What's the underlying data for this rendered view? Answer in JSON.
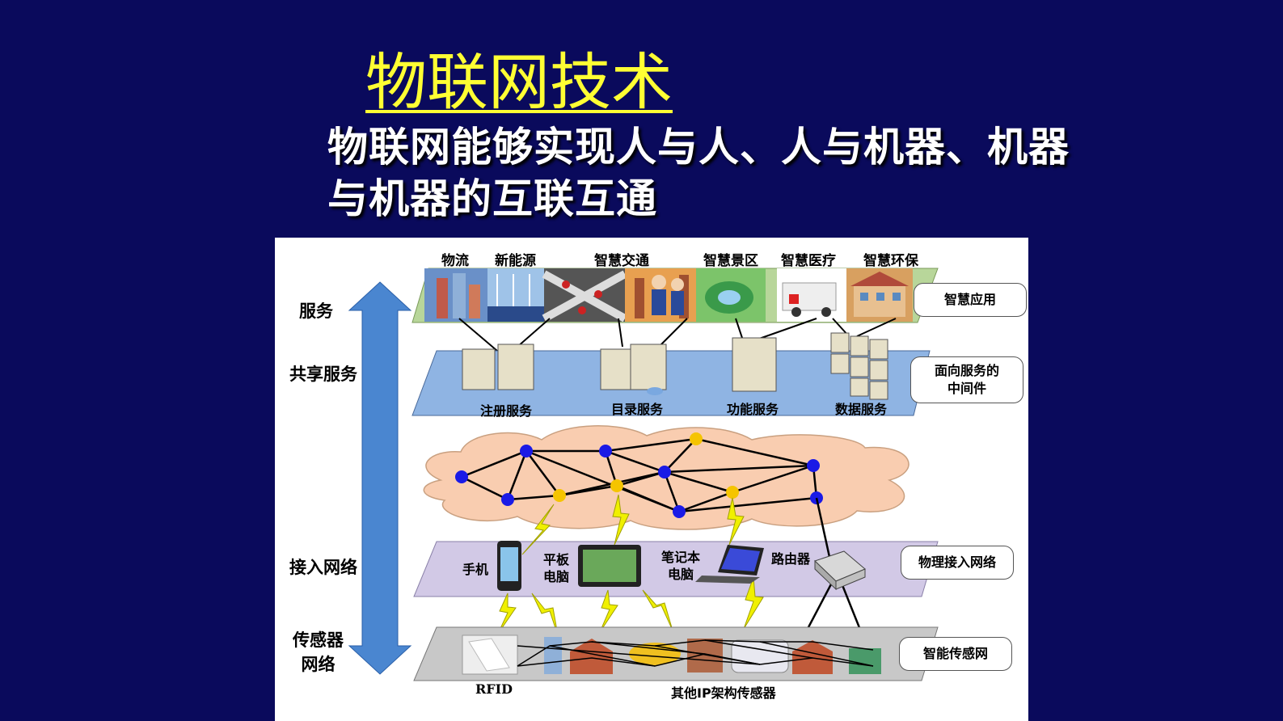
{
  "title": "物联网技术",
  "subtitle": "物联网能够实现人与人、人与机器、机器与机器的互联互通",
  "diagram": {
    "left_labels": {
      "service": "服务",
      "shared_service": "共享服务",
      "access_network": "接入网络",
      "sensor_network": "传感器\n网络"
    },
    "apps": [
      "物流",
      "新能源",
      "智慧交通",
      "智慧景区",
      "智慧医疗",
      "智慧环保"
    ],
    "services": [
      "注册服务",
      "目录服务",
      "功能服务",
      "数据服务"
    ],
    "devices": {
      "phone": "手机",
      "tablet": "平板\n电脑",
      "laptop": "笔记本\n电脑",
      "router": "路由器"
    },
    "sensors": {
      "rfid": "RFID",
      "ip_sensors": "其他IP架构传感器"
    },
    "layer_boxes": {
      "smart_app": "智慧应用",
      "middleware": "面向服务的\n中间件",
      "physical_access": "物理接入网络",
      "smart_sensor": "智能传感网"
    },
    "colors": {
      "background": "#0a0a5c",
      "title": "#ffff33",
      "arrow": "#4a86d0",
      "app_layer": "#b8d69a",
      "service_layer": "#8fb4e3",
      "access_layer": "#d2c9e6",
      "sensor_layer": "#c8c8c8",
      "cloud": "#f9cdb0",
      "node_blue": "#1a1ae6",
      "node_yellow": "#f5c400"
    }
  }
}
